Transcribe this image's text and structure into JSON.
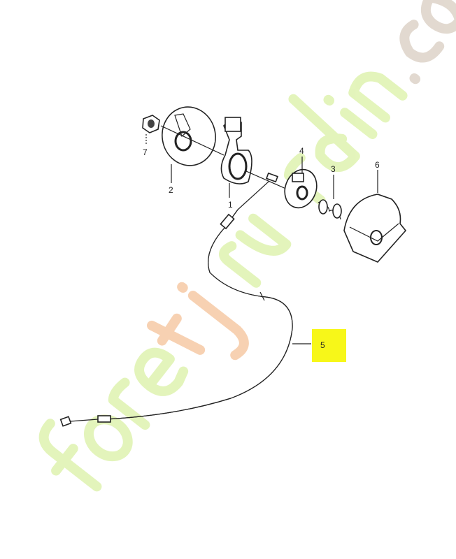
{
  "diagram": {
    "parts": [
      {
        "label": "1"
      },
      {
        "label": "2"
      },
      {
        "label": "3"
      },
      {
        "label": "4"
      },
      {
        "label": "5",
        "highlighted": true
      },
      {
        "label": "6"
      },
      {
        "label": "7"
      }
    ],
    "highlight_color": "#f7f719",
    "watermark": {
      "text": "foretjardin.com",
      "colors": [
        "#d4f0a0",
        "#f4c9a8",
        "#d8d0c8"
      ]
    }
  }
}
